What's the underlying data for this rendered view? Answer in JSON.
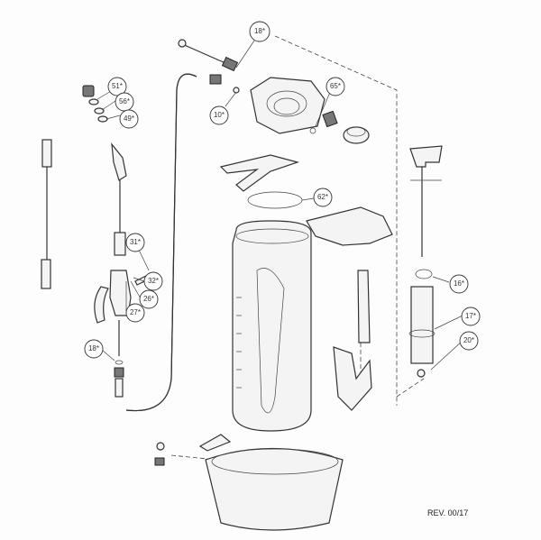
{
  "diagram": {
    "callouts": [
      {
        "id": "c18-top",
        "label": "18*"
      },
      {
        "id": "c51",
        "label": "51*"
      },
      {
        "id": "c56",
        "label": "56*"
      },
      {
        "id": "c49",
        "label": "49*"
      },
      {
        "id": "c10",
        "label": "10*"
      },
      {
        "id": "c65",
        "label": "65*"
      },
      {
        "id": "c62",
        "label": "62*"
      },
      {
        "id": "c31",
        "label": "31*"
      },
      {
        "id": "c32",
        "label": "32*"
      },
      {
        "id": "c26",
        "label": "26*"
      },
      {
        "id": "c27",
        "label": "27*"
      },
      {
        "id": "c18-left",
        "label": "18*"
      },
      {
        "id": "c16",
        "label": "16*"
      },
      {
        "id": "c17",
        "label": "17*"
      },
      {
        "id": "c20",
        "label": "20*"
      }
    ],
    "revision": "REV. 00/17"
  }
}
